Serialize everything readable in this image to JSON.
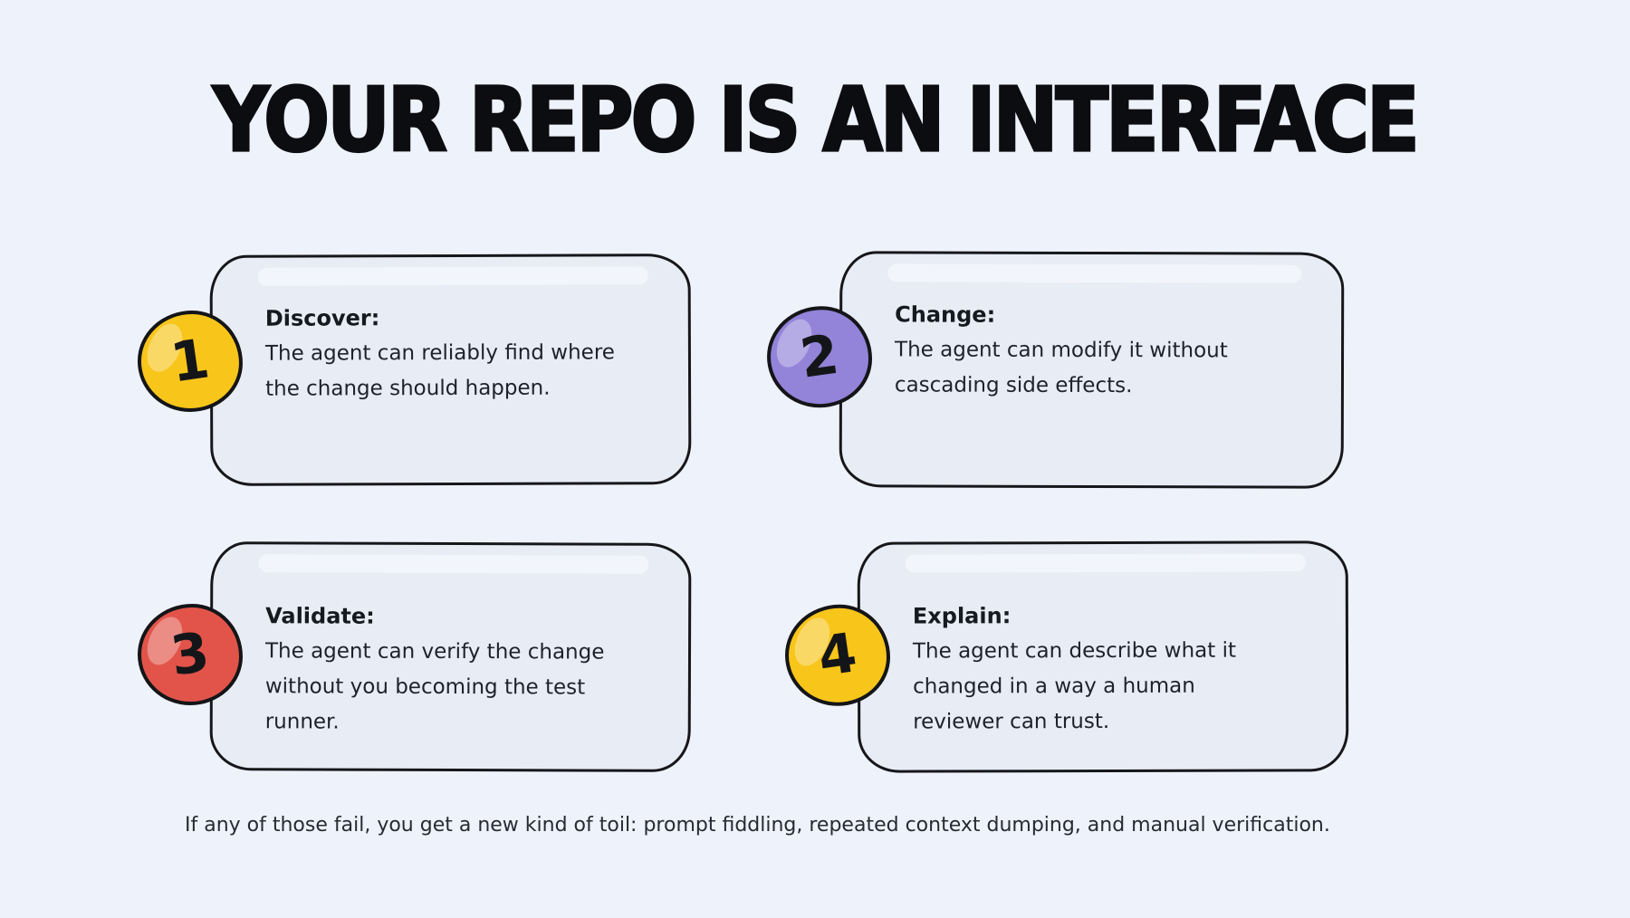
{
  "page": {
    "title": "YOUR REPO IS AN INTERFACE",
    "footer": "If any of those fail, you get a new kind of toil: prompt fiddling, repeated context dumping, and manual verification.",
    "background_color": "#eef2fb",
    "title_color": "#0c0d10",
    "text_color": "#1d222b"
  },
  "card_style": {
    "fill_color": "#e8ecf5",
    "border_color": "#16171a",
    "top_sheen_color": "#f2f5fb"
  },
  "badge_colors": {
    "yellow": "#f8c51b",
    "purple": "#9383d9",
    "red": "#e2544a"
  },
  "cards": [
    {
      "id": "discover",
      "number": "1",
      "badge_color": "#f8c51b",
      "heading": "Discover:",
      "body": "The agent can reliably find where the change should happen.",
      "body_lines": [
        "The agent can reliably find where",
        "the change should happen.",
        ""
      ]
    },
    {
      "id": "change",
      "number": "2",
      "badge_color": "#9383d9",
      "heading": "Change:",
      "body": "The agent can modify it without cascading side effects.",
      "body_lines": [
        "The agent can modify it without",
        "cascading side effects.",
        ""
      ]
    },
    {
      "id": "validate",
      "number": "3",
      "badge_color": "#e2544a",
      "heading": "Validate:",
      "body": "The agent can verify the change without you becoming the test runner.",
      "body_lines": [
        "The agent can verify the change",
        "without you becoming the test",
        "runner."
      ]
    },
    {
      "id": "explain",
      "number": "4",
      "badge_color": "#f8c51b",
      "heading": "Explain:",
      "body": "The agent can describe what it changed in a way a human reviewer can trust.",
      "body_lines": [
        "The agent can describe what it",
        "changed in a way a human",
        "reviewer can trust."
      ]
    }
  ]
}
